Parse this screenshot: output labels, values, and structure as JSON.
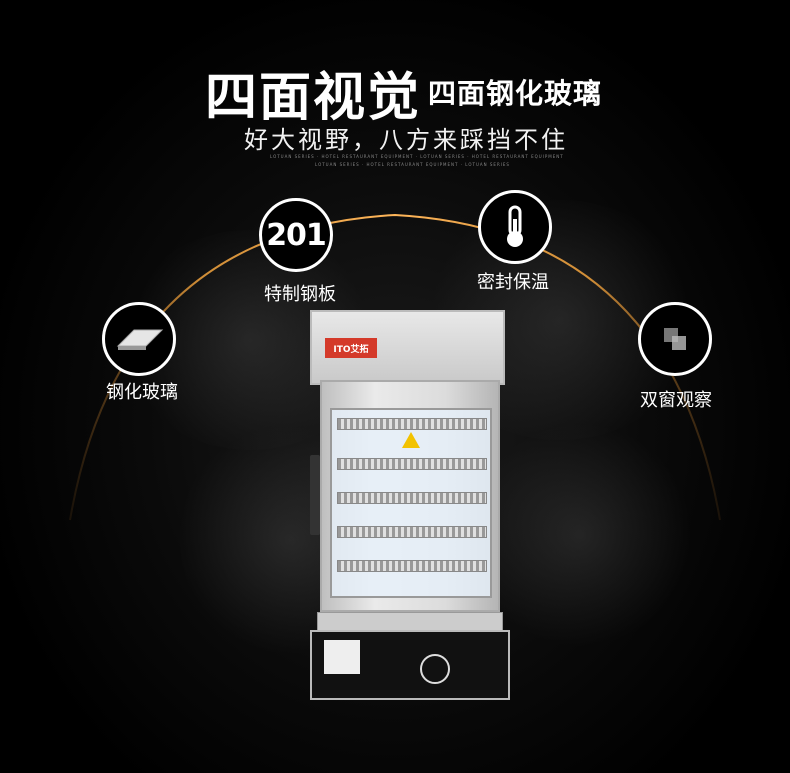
{
  "header": {
    "title_main": "四面视觉",
    "title_sub": "四面钢化玻璃",
    "tagline": "好大视野，八方来踩挡不住",
    "tiny_line_1": "LOTUAN SERIES · HOTEL RESTAURANT EQUIPMENT · LOTUAN SERIES · HOTEL RESTAURANT EQUIPMENT",
    "tiny_line_2": "LOTUAN SERIES · HOTEL RESTAURANT EQUIPMENT · LOTUAN SERIES"
  },
  "features": [
    {
      "id": "steel",
      "badge": "201",
      "label": "特制钢板",
      "icon": "badge-201-icon"
    },
    {
      "id": "thermo",
      "label": "密封保温",
      "icon": "thermometer-icon"
    },
    {
      "id": "glass",
      "label": "钢化玻璃",
      "icon": "glass-panel-icon"
    },
    {
      "id": "window",
      "label": "双窗观察",
      "icon": "window-panes-icon"
    }
  ],
  "product": {
    "logo_text": "ITO艾拓"
  },
  "colors": {
    "background": "#000000",
    "arc": "#d8892e",
    "logo_red": "#d43a2a"
  }
}
